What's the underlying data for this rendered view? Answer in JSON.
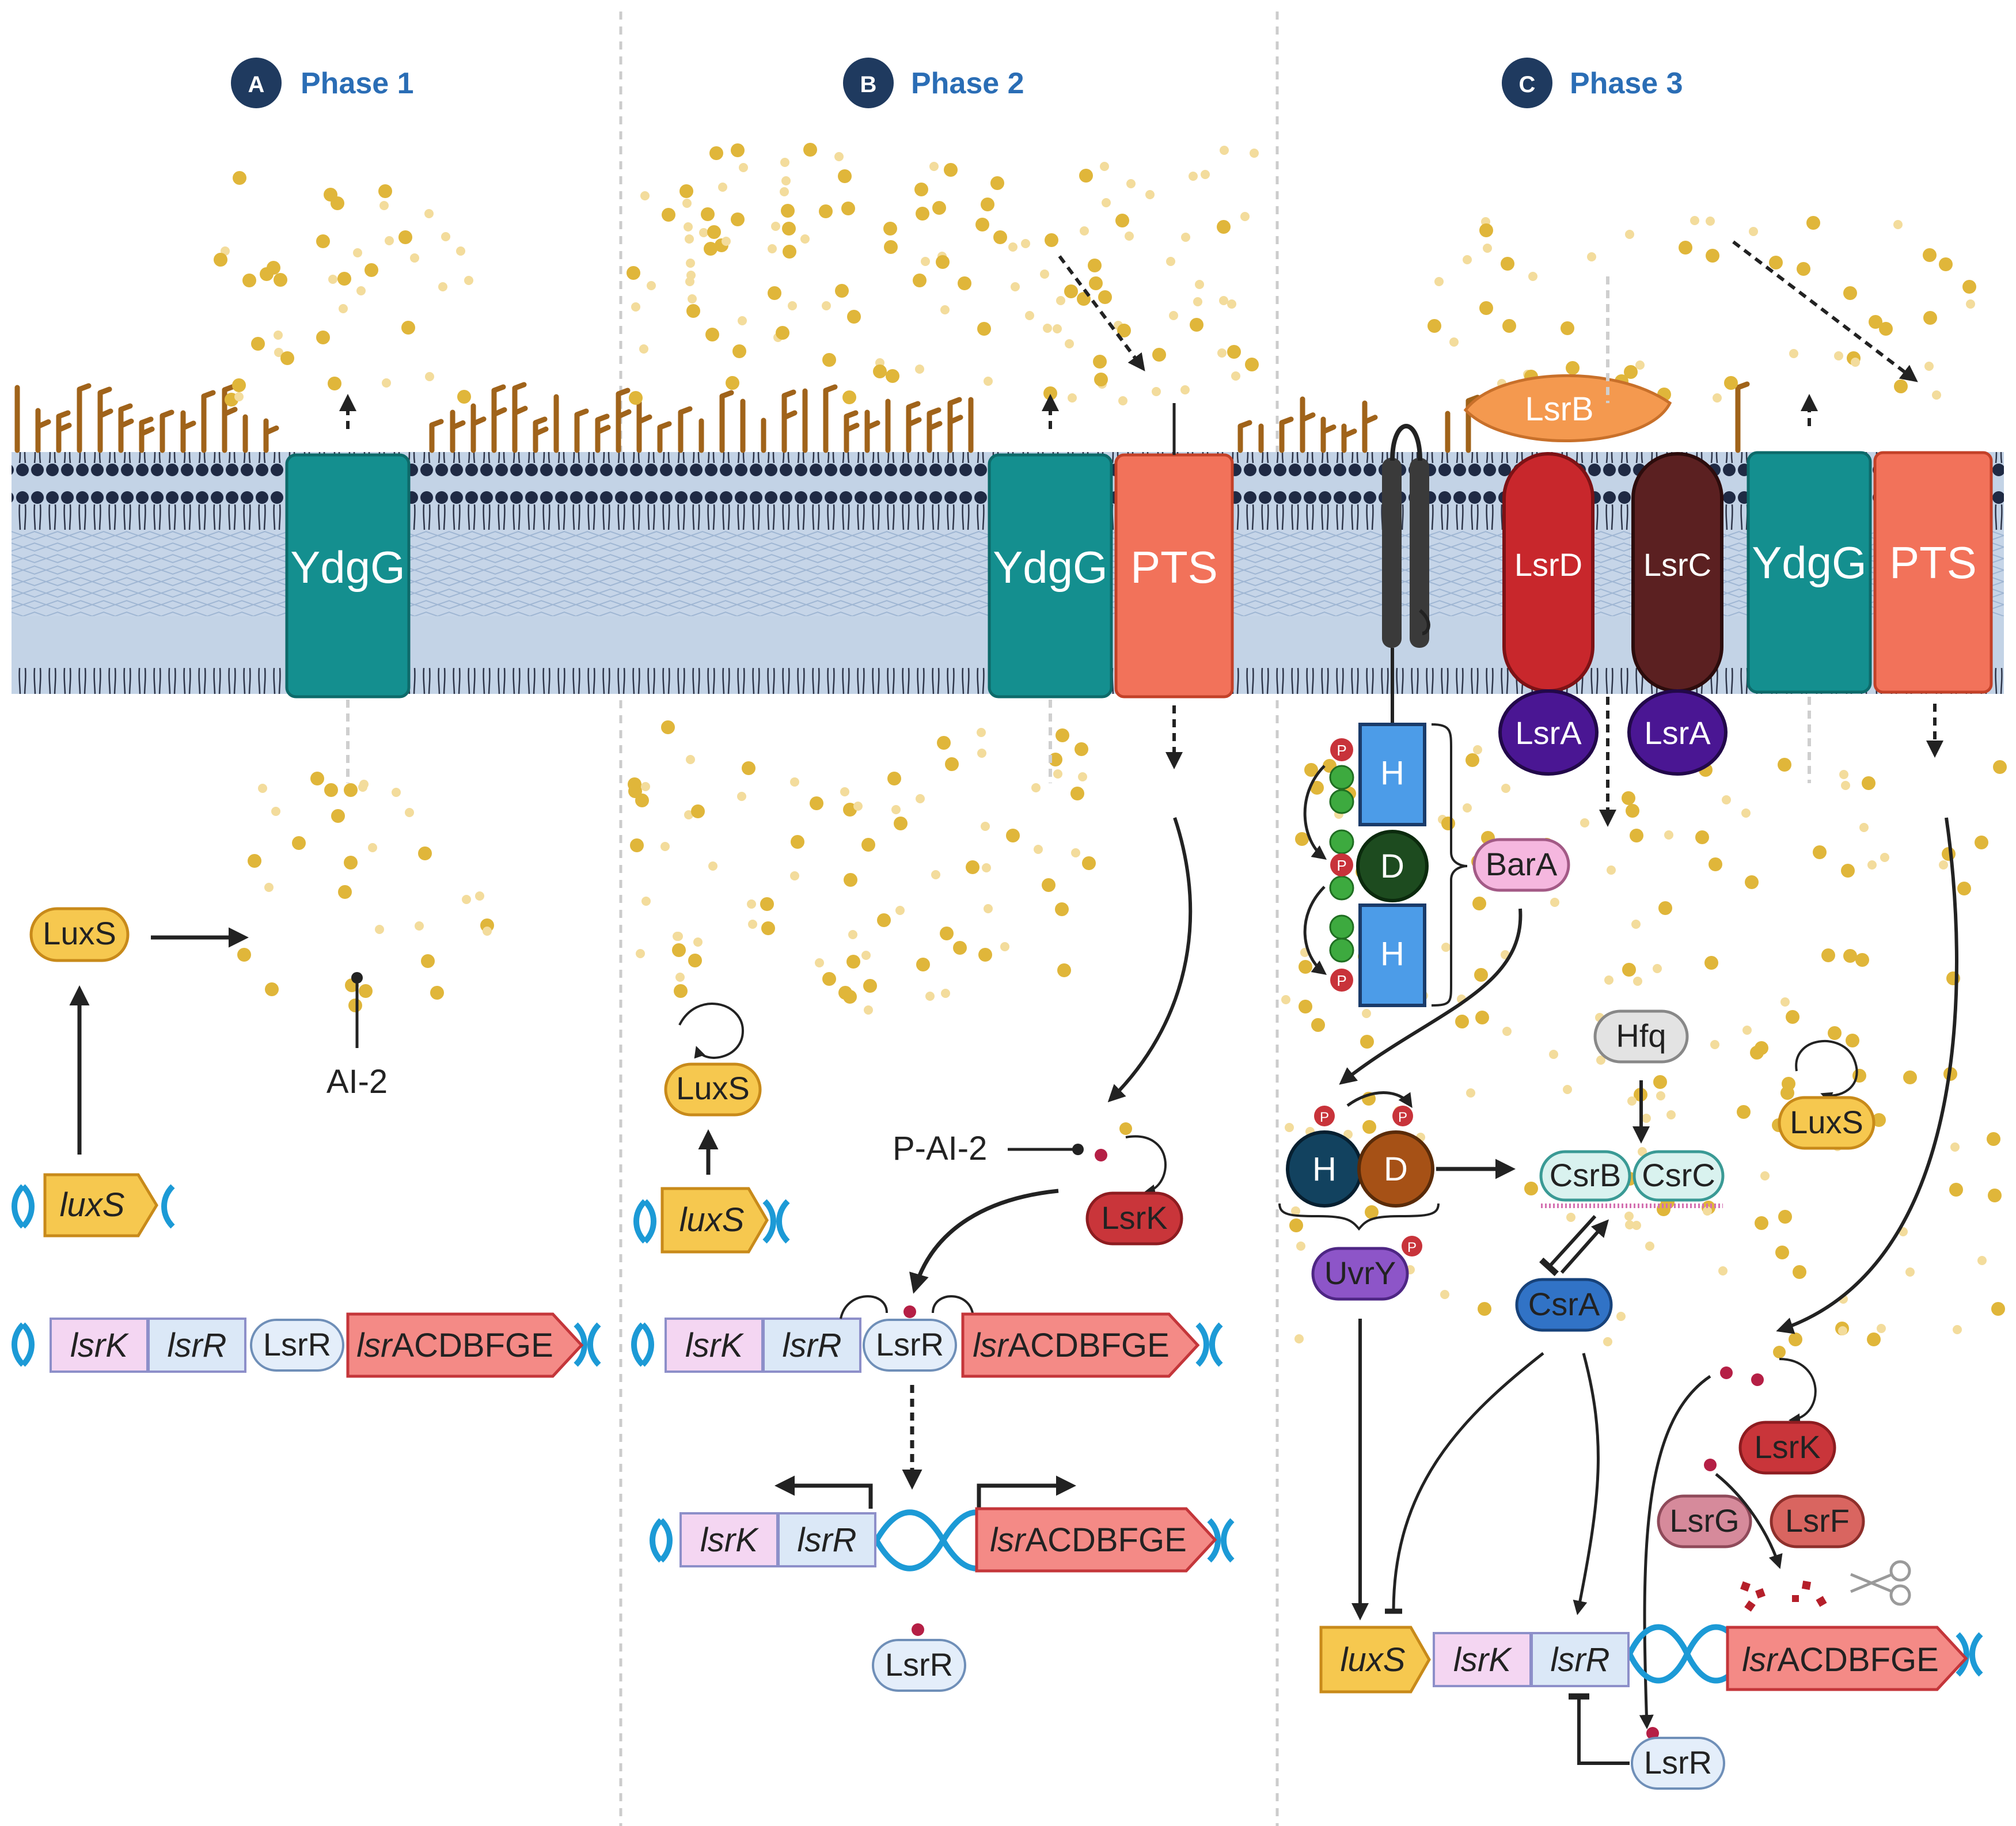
{
  "phases": [
    {
      "badge": "A",
      "title": "Phase 1"
    },
    {
      "badge": "B",
      "title": "Phase 2"
    },
    {
      "badge": "C",
      "title": "Phase 3"
    }
  ],
  "transporters": {
    "ydgg": "YdgG",
    "pts": "PTS"
  },
  "lsr_transporter": {
    "lsrb": "LsrB",
    "lsrd": "LsrD",
    "lsrc": "LsrC",
    "lsra": "LsrA"
  },
  "phase1": {
    "luxs_protein": "LuxS",
    "luxs_gene": "luxS",
    "ai2_label": "AI-2",
    "operon": {
      "lsrk_gene": "lsrK",
      "lsrr_gene": "lsrR",
      "lsrr_protein": "LsrR",
      "lsr_prefix": "lsr",
      "lsr_suffix": "ACDBFGE"
    }
  },
  "phase2": {
    "luxs_protein": "LuxS",
    "luxs_gene": "luxS",
    "pai2_label": "P-AI-2",
    "lsrk_protein": "LsrK",
    "operon_bound": {
      "lsrk_gene": "lsrK",
      "lsrr_gene": "lsrR",
      "lsrr_protein": "LsrR",
      "lsr_prefix": "lsr",
      "lsr_suffix": "ACDBFGE"
    },
    "operon_free": {
      "lsrk_gene": "lsrK",
      "lsrr_gene": "lsrR",
      "lsr_prefix": "lsr",
      "lsr_suffix": "ACDBFGE"
    },
    "released_lsrr": "LsrR"
  },
  "phase3": {
    "hdh": {
      "h1": "H",
      "d": "D",
      "h2": "H",
      "p": "P"
    },
    "bara": "BarA",
    "uvry_h": "H",
    "uvry_d": "D",
    "uvry": "UvrY",
    "hfq": "Hfq",
    "csrb": "CsrB",
    "csrc": "CsrC",
    "csra": "CsrA",
    "luxs_protein": "LuxS",
    "lsrk_protein": "LsrK",
    "lsrg": "LsrG",
    "lsrf": "LsrF",
    "operon": {
      "luxs_gene": "luxS",
      "lsrk_gene": "lsrK",
      "lsrr_gene": "lsrR",
      "lsr_prefix": "lsr",
      "lsr_suffix": "ACDBFGE"
    },
    "lsrr_protein": "LsrR"
  },
  "colors": {
    "badge": "#1f3a5f",
    "phase_title": "#2a6db5",
    "ydgg": "#148f8f",
    "pts": "#f2725a",
    "lsrb": "#f4994f",
    "lsrd": "#c8272c",
    "lsrc": "#5b2021",
    "lsra": "#4a1693",
    "ai2_dot": "#e0b63a",
    "membrane": "#b9cbe0"
  }
}
